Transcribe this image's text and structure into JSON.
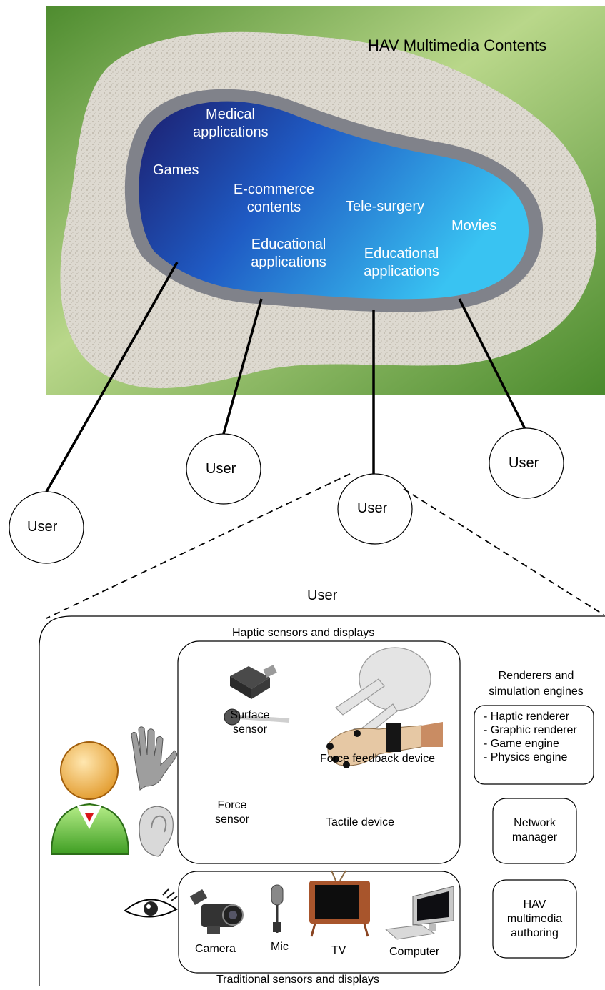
{
  "top_panel": {
    "title": "HAV Multimedia Contents",
    "apps": {
      "medical": "Medical\napplications",
      "games": "Games",
      "ecommerce": "E-commerce\ncontents",
      "telesurgery": "Tele-surgery",
      "movies": "Movies",
      "educational_left": "Educational\napplications",
      "educational_right": "Educational\napplications"
    },
    "colors": {
      "grass": "#5f9a3a",
      "pool_dark": "#1a1f7a",
      "pool_light": "#2fb4ee",
      "rim": "#7e7f86",
      "gravel": "#d9d5cc"
    }
  },
  "users": {
    "user1": "User",
    "user2": "User",
    "user3": "User",
    "user4": "User"
  },
  "detail": {
    "title": "User",
    "haptic_box_title": "Haptic sensors and displays",
    "traditional_box_title": "Traditional sensors and displays",
    "haptic_devices": {
      "surface_sensor": "Surface\nsensor",
      "force_feedback": "Force feedback device",
      "force_sensor": "Force\nsensor",
      "tactile_device": "Tactile device"
    },
    "traditional_devices": {
      "camera": "Camera",
      "mic": "Mic",
      "tv": "TV",
      "computer": "Computer"
    },
    "renderers_title": "Renderers and\nsimulation engines",
    "renderers_list": [
      "- Haptic renderer",
      "- Graphic renderer",
      "- Game engine",
      "- Physics engine"
    ],
    "network_manager": "Network\nmanager",
    "authoring": "HAV\nmultimedia\nauthoring"
  }
}
